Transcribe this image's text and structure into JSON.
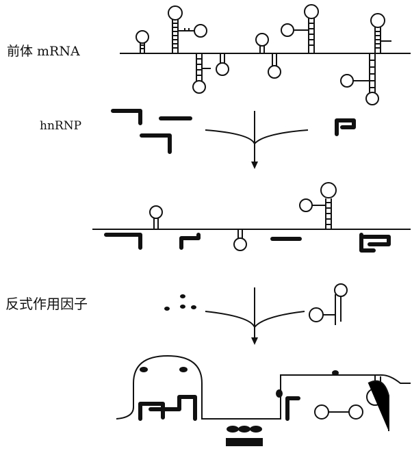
{
  "labels": {
    "precursor_mrna": "前体 mRNA",
    "hnrnp": "hnRNP",
    "trans_factor": "反式作用因子"
  },
  "colors": {
    "ink": "#111111",
    "background": "#ffffff"
  },
  "stages": [
    "precursor-mrna-with-stem-loops",
    "hnrnp-bound-mrna",
    "trans-acting-factor-complex"
  ]
}
